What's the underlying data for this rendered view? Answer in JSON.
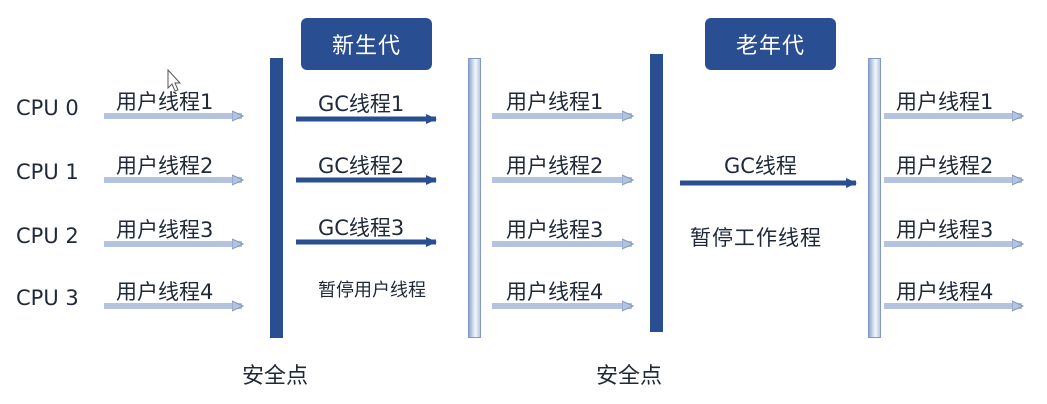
{
  "generations": {
    "young": "新生代",
    "old": "老年代"
  },
  "cpus": [
    "CPU 0",
    "CPU 1",
    "CPU 2",
    "CPU 3"
  ],
  "user_threads": [
    "用户线程1",
    "用户线程2",
    "用户线程3",
    "用户线程4"
  ],
  "gc_threads_young": [
    "GC线程1",
    "GC线程2",
    "GC线程3"
  ],
  "gc_thread_old": "GC线程",
  "pause_user_threads": "暂停用户线程",
  "pause_work_threads": "暂停工作线程",
  "safepoint": "安全点",
  "colors": {
    "dark_blue": "#2a4e92",
    "light_arrow": "#b4c4e0",
    "light_arrow_edge": "#7f96c0"
  }
}
